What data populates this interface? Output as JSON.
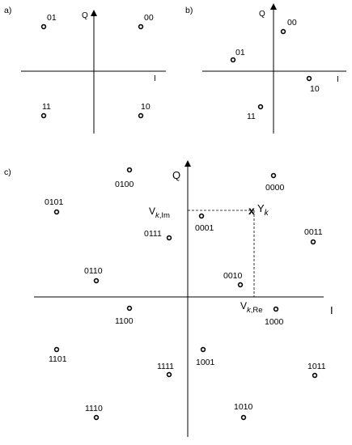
{
  "panel_a": {
    "tag": "a)",
    "axis_q": "Q",
    "axis_i": "I",
    "points": [
      {
        "label": "01"
      },
      {
        "label": "00"
      },
      {
        "label": "11"
      },
      {
        "label": "10"
      }
    ]
  },
  "panel_b": {
    "tag": "b)",
    "axis_q": "Q",
    "axis_i": "I",
    "points": [
      {
        "label": "00"
      },
      {
        "label": "01"
      },
      {
        "label": "10"
      },
      {
        "label": "11"
      }
    ]
  },
  "panel_c": {
    "tag": "c)",
    "axis_q": "Q",
    "axis_i": "I",
    "received": {
      "mark": "x",
      "name": "Y",
      "sub": "k"
    },
    "v_im": {
      "base": "V",
      "sub_italic": "k",
      "sub_rest": ",Im"
    },
    "v_re": {
      "base": "V",
      "sub_italic": "k",
      "sub_rest": ",Re"
    },
    "points": [
      {
        "label": "0100"
      },
      {
        "label": "0000"
      },
      {
        "label": "0101"
      },
      {
        "label": "0001"
      },
      {
        "label": "0111"
      },
      {
        "label": "0011"
      },
      {
        "label": "0110"
      },
      {
        "label": "0010"
      },
      {
        "label": "1100"
      },
      {
        "label": "1000"
      },
      {
        "label": "1101"
      },
      {
        "label": "1111"
      },
      {
        "label": "1001"
      },
      {
        "label": "1011"
      },
      {
        "label": "1110"
      },
      {
        "label": "1010"
      }
    ]
  }
}
